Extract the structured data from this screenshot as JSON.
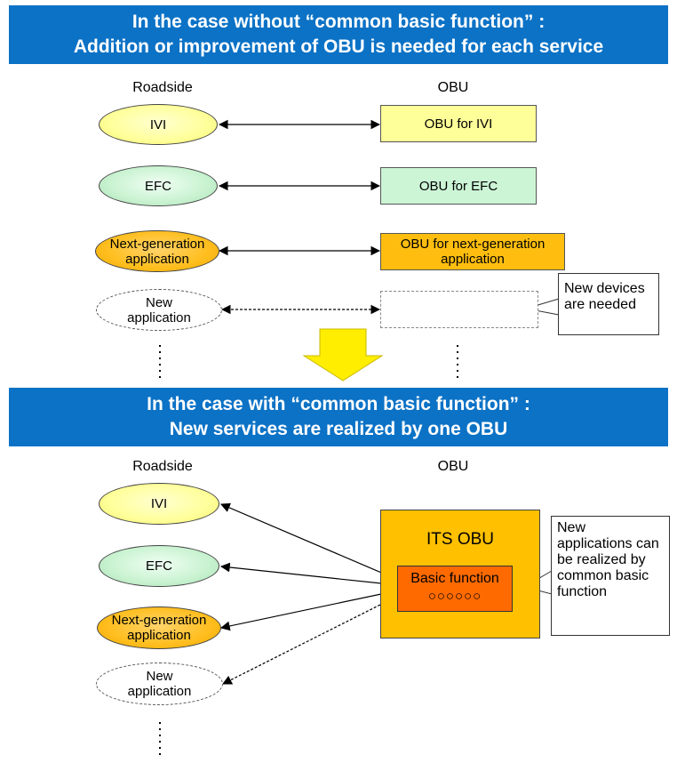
{
  "top": {
    "banner_line1": "In the case without “common basic function” :",
    "banner_line2": "Addition or improvement of OBU is needed for each service",
    "roadside_label": "Roadside",
    "obu_label": "OBU",
    "roadside_items": [
      {
        "text": "IVI"
      },
      {
        "text": "EFC"
      },
      {
        "text": "Next-generation application"
      },
      {
        "text": "New application"
      }
    ],
    "obu_items": [
      {
        "text": "OBU for IVI"
      },
      {
        "text": "OBU for EFC"
      },
      {
        "text": "OBU for next-generation application"
      },
      {
        "text": ""
      }
    ],
    "callout": "New devices are needed"
  },
  "bottom": {
    "banner_line1": "In the case with “common basic function” :",
    "banner_line2": "New services are realized by one OBU",
    "roadside_label": "Roadside",
    "obu_label": "OBU",
    "roadside_items": [
      {
        "text": "IVI"
      },
      {
        "text": "EFC"
      },
      {
        "text": "Next-generation application"
      },
      {
        "text": "New application"
      }
    ],
    "its_obu_label": "ITS OBU",
    "basic_function_label": "Basic function",
    "basic_function_circles": "○○○○○○",
    "callout": "New applications can be realized by common basic function"
  },
  "colors": {
    "banner": "#0b72c6",
    "yellow": "#ffff99",
    "green": "#ccf5d6",
    "orange": "#ffbe0f",
    "its_obu": "#ffc000",
    "basic_function": "#ff6a00",
    "transition_arrow": "#ffee00"
  }
}
